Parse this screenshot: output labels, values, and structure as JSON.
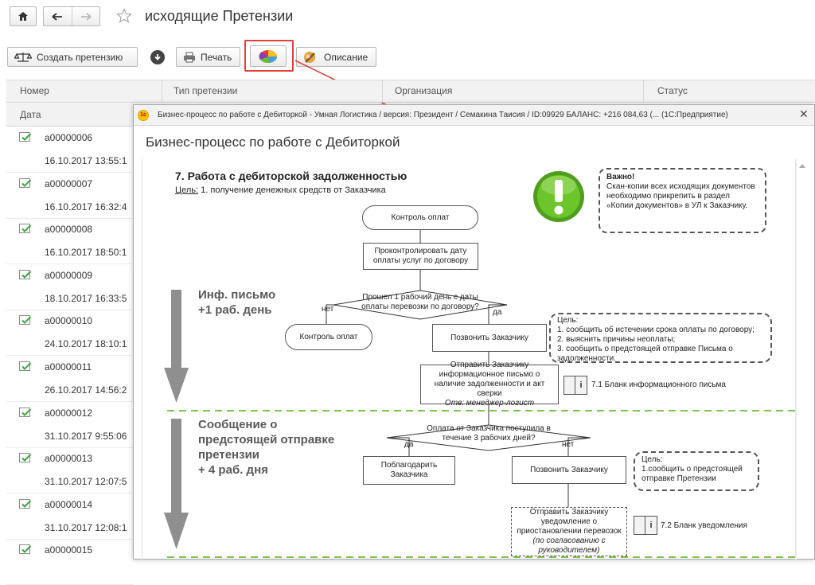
{
  "header": {
    "title": "исходящие Претензии"
  },
  "toolbar": {
    "create_label": "Создать претензию",
    "print_label": "Печать",
    "description_label": "Описание"
  },
  "table": {
    "columns": [
      "Номер",
      "Тип претензии",
      "Организация",
      "Статус"
    ],
    "subcolumn": "Дата",
    "rows": [
      {
        "number": "а00000006",
        "date": "16.10.2017 13:55:1"
      },
      {
        "number": "а00000007",
        "date": "16.10.2017 16:32:4"
      },
      {
        "number": "а00000008",
        "date": "16.10.2017 18:50:1"
      },
      {
        "number": "а00000009",
        "date": "18.10.2017 16:33:5"
      },
      {
        "number": "а00000010",
        "date": "24.10.2017 18:10:1"
      },
      {
        "number": "а00000011",
        "date": "26.10.2017 14:56:2"
      },
      {
        "number": "а00000012",
        "date": "31.10.2017 9:55:06"
      },
      {
        "number": "а00000013",
        "date": "31.10.2017 12:07:5"
      },
      {
        "number": "а00000014",
        "date": "31.10.2017 12:08:1"
      },
      {
        "number": "а00000015",
        "date": ""
      }
    ]
  },
  "popup": {
    "window_title": "Бизнес-процесс по работе с Дебиторкой - Умная Логистика / версия: Президент / Семакина Таисия / ID:09929 БАЛАНС: +216 084,63 (... (1С:Предприятие)",
    "heading": "Бизнес-процесс по работе с Дебиторкой",
    "section_title": "7. Работа с дебиторской задолженностью",
    "goal_label": "Цель:",
    "goal_text": " 1. получение денежных средств от Заказчика",
    "important": {
      "title": "Важно!",
      "text": "Скан-копии всех исходящих документов необходимо прикрепить в раздел «Копии документов» в УЛ к Заказчику."
    },
    "stage1": {
      "line1": "Инф. письмо",
      "line2": "+1 раб. день"
    },
    "stage2": {
      "line1": "Сообщение о",
      "line2": "предстоящей отправке",
      "line3": "претензии",
      "line4": "+ 4 раб. дня"
    },
    "flow": {
      "control_top": "Контроль оплат",
      "check_date": "Проконтролировать дату оплаты услуг по договору",
      "decision1": "Прошел 1 рабочий день с даты оплаты перевозки по договору?",
      "no1": "нет",
      "yes1": "да",
      "control_left": "Контроль оплат",
      "call1": "Позвонить Заказчику",
      "goal_box1_l1": "Цель:",
      "goal_box1_l2": "1. сообщить об истечении срока оплаты по договору;",
      "goal_box1_l3": "2. выяснить причины неоплаты;",
      "goal_box1_l4": "3. сообщить о предстоящей отправке Письма о задолженности.",
      "send_letter": "Отправить Заказчику информационное письмо о наличие задолженности и акт сверки",
      "send_letter_resp": "Отв: менеджер-логист",
      "doc1": "7.1 Бланк информационного письма",
      "decision2": "Оплата от Заказчика поступила в течение 3 рабочих дней?",
      "yes2": "да",
      "no2": "нет",
      "thank": "Поблагодарить Заказчика",
      "call2": "Позвонить Заказчику",
      "goal_box2_l1": "Цель:",
      "goal_box2_l2": "1.сообщить о предстоящей отправке Претензии",
      "send_notice": "Отправить Заказчику уведомление о приостановлении перевозок",
      "send_notice_note": "(по согласованию с руководителем)",
      "doc2": "7.2 Бланк уведомления"
    }
  },
  "colors": {
    "accent_red": "#e0413c",
    "check_green": "#3da53d",
    "stage_arrow": "#8f8f8f",
    "stage_divider": "#7dc44a"
  }
}
